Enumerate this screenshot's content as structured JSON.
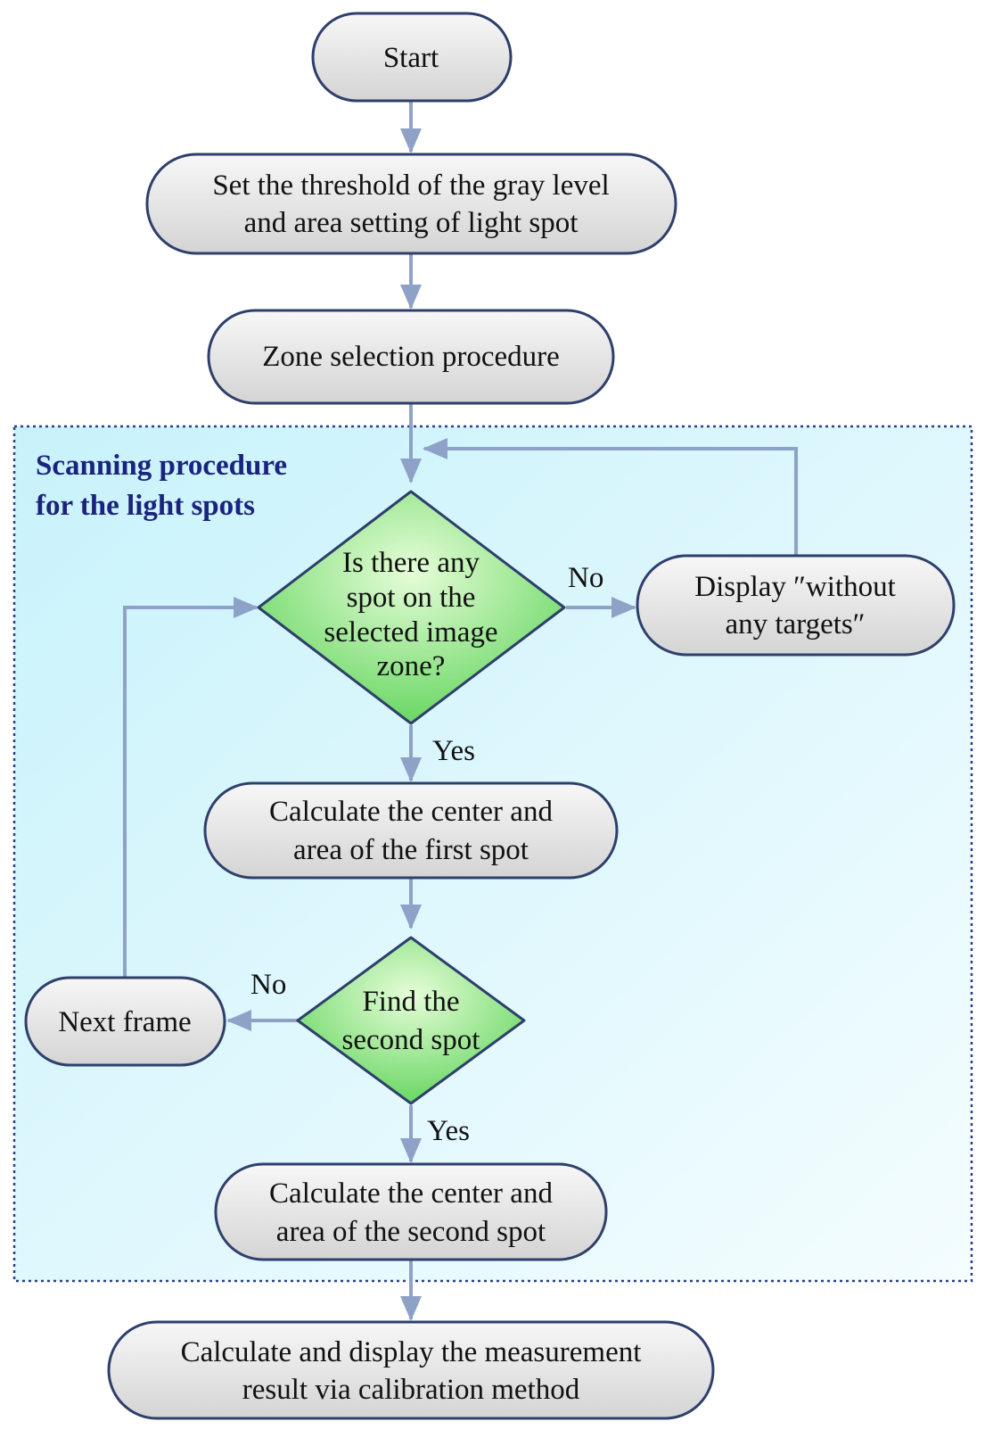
{
  "group": {
    "title_line1": "Scanning procedure",
    "title_line2": "for the light spots",
    "fill": "#e2f8fd",
    "border": "#2a3f88"
  },
  "nodes": {
    "start": {
      "line1": "Start"
    },
    "threshold": {
      "line1": "Set the threshold of the gray level",
      "line2": "and area setting of light spot"
    },
    "zone": {
      "line1": "Zone selection procedure"
    },
    "spot_q": {
      "line1": "Is there any",
      "line2": "spot on the",
      "line3": "selected image",
      "line4": "zone?"
    },
    "display": {
      "line1": "Display ″without",
      "line2": "any targets″"
    },
    "first": {
      "line1": "Calculate the center and",
      "line2": "area of the first spot"
    },
    "second_q": {
      "line1": "Find the",
      "line2": "second spot"
    },
    "next": {
      "line1": "Next frame"
    },
    "second": {
      "line1": "Calculate the center and",
      "line2": "area of the second spot"
    },
    "result": {
      "line1": "Calculate and display the measurement",
      "line2": "result via calibration method"
    }
  },
  "edge_labels": {
    "no1": "No",
    "yes1": "Yes",
    "no2": "No",
    "yes2": "Yes"
  },
  "colors": {
    "terminal_fill_top": "#f7f7f7",
    "terminal_fill_bottom": "#d4d4d4",
    "decision_fill_top": "#d4f8c4",
    "decision_fill_bottom": "#5fd45a",
    "connector": "#8ea2c8",
    "outline": "#2e3f6b"
  }
}
